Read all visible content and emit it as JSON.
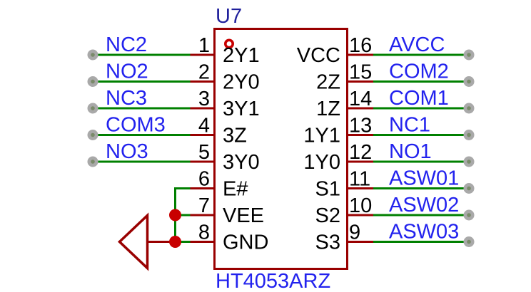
{
  "component": {
    "designator": "U7",
    "comment": "HT4053ARZ",
    "left_pins": [
      {
        "number": "1",
        "name": "2Y1",
        "net": "NC2"
      },
      {
        "number": "2",
        "name": "2Y0",
        "net": "NO2"
      },
      {
        "number": "3",
        "name": "3Y1",
        "net": "NC3"
      },
      {
        "number": "4",
        "name": "3Z",
        "net": "COM3"
      },
      {
        "number": "5",
        "name": "3Y0",
        "net": "NO3"
      },
      {
        "number": "6",
        "name": "E#",
        "net": ""
      },
      {
        "number": "7",
        "name": "VEE",
        "net": ""
      },
      {
        "number": "8",
        "name": "GND",
        "net": ""
      }
    ],
    "right_pins": [
      {
        "number": "16",
        "name": "VCC",
        "net": "AVCC"
      },
      {
        "number": "15",
        "name": "2Z",
        "net": "COM2"
      },
      {
        "number": "14",
        "name": "1Z",
        "net": "COM1"
      },
      {
        "number": "13",
        "name": "1Y1",
        "net": "NC1"
      },
      {
        "number": "12",
        "name": "1Y0",
        "net": "NO1"
      },
      {
        "number": "11",
        "name": "S1",
        "net": "ASW01"
      },
      {
        "number": "10",
        "name": "S2",
        "net": "ASW02"
      },
      {
        "number": "9",
        "name": "S3",
        "net": "ASW03"
      }
    ]
  },
  "colors": {
    "component_outline": "#990000",
    "wire": "#008000",
    "junction": "#C80000",
    "net_label": "#2222EE",
    "designator": "#20209C",
    "comment": "#2222EE",
    "pin_text": "#000000",
    "terminal": "#A9A9A9"
  }
}
